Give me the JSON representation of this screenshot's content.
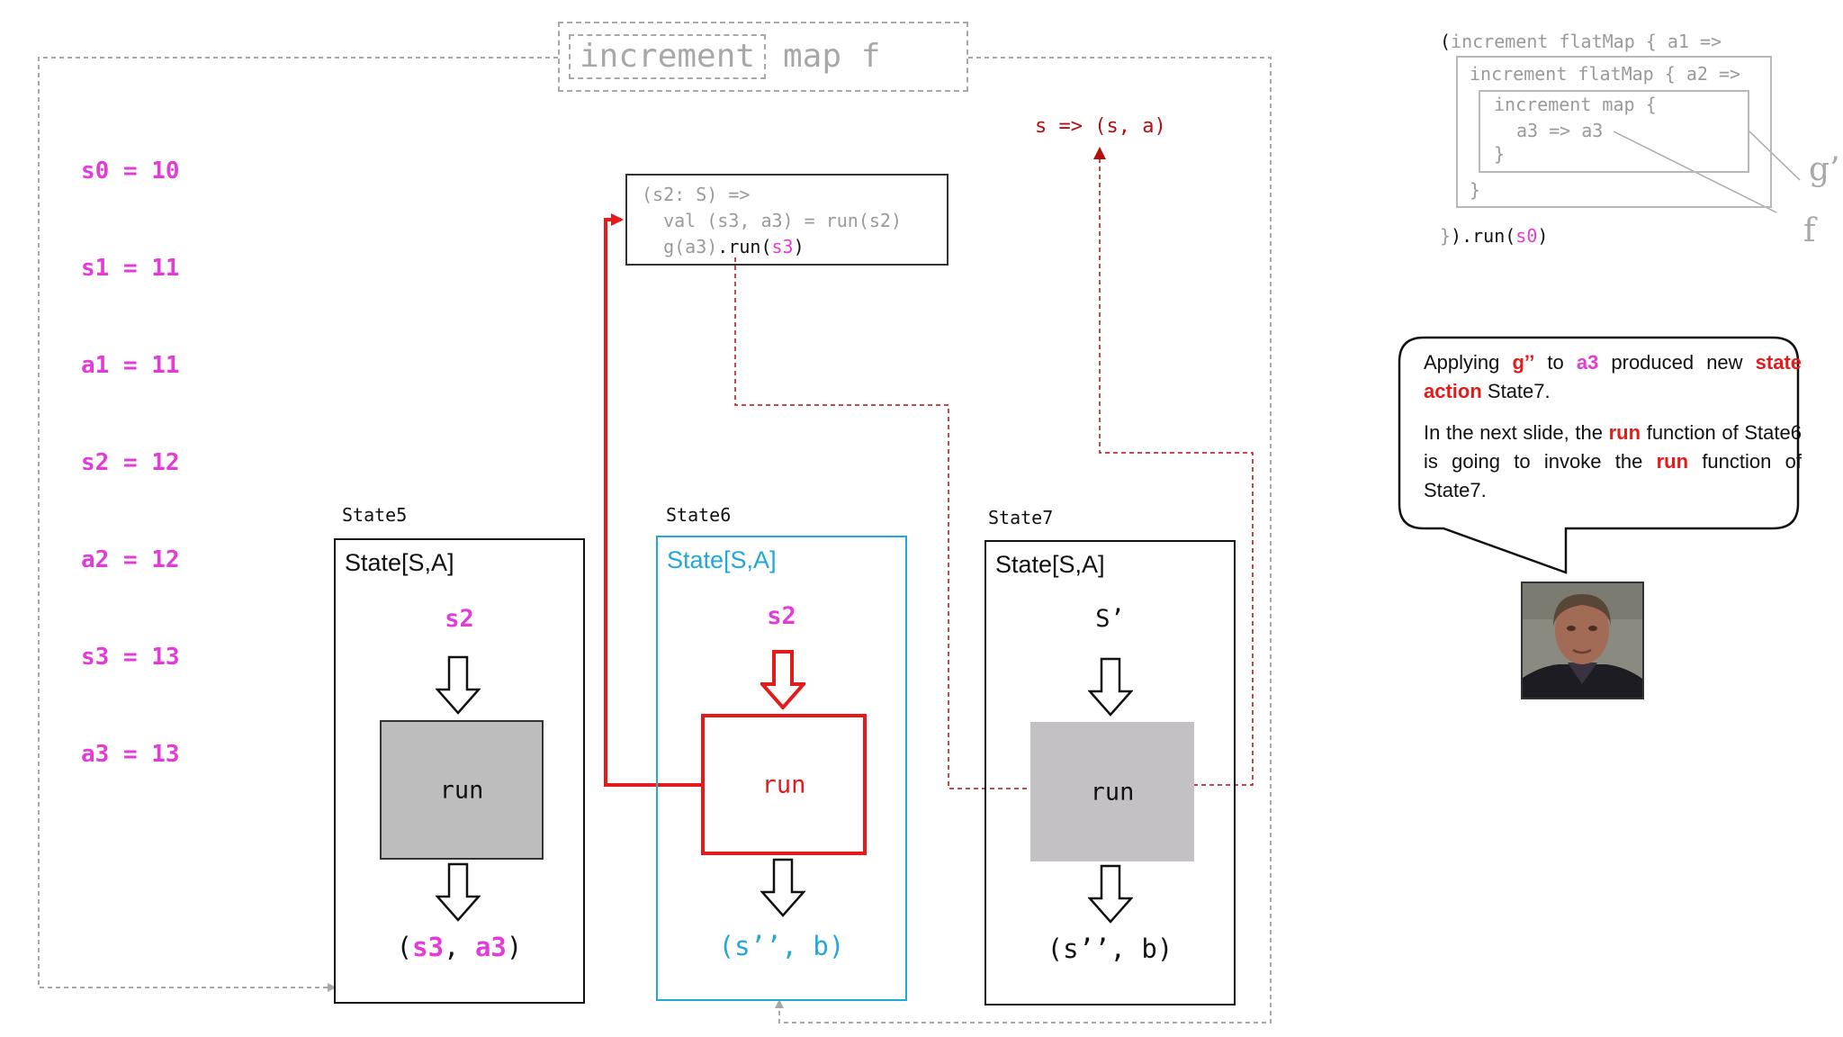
{
  "variables": [
    "s0 = 10",
    "s1 = 11",
    "a1 = 11",
    "s2 = 12",
    "a2 = 12",
    "s3 = 13",
    "a3 = 13"
  ],
  "title": {
    "highlight": "increment",
    "rest": "map f"
  },
  "state_action_label": "s => (s, a)",
  "closure_code": {
    "line1": "(s2: S) =>",
    "line2": "  val (s3, a3) = run(s2)",
    "line3_prefix": "  g(a3)",
    "line3_run": ".run(",
    "line3_arg": "s3",
    "line3_close": ")"
  },
  "states": [
    {
      "label": "State5",
      "title": "State[S,A]",
      "input": "s2",
      "run": "run",
      "output_open": "(",
      "output_a": "s3",
      "output_sep": ", ",
      "output_b": "a3",
      "output_close": ")"
    },
    {
      "label": "State6",
      "title": "State[S,A]",
      "input": "s2",
      "run": "run",
      "output": "(s’’, b)"
    },
    {
      "label": "State7",
      "title": "State[S,A]",
      "input": "S’",
      "run": "run",
      "output": "(s’’, b)"
    }
  ],
  "nested_code": {
    "line1_paren": "(",
    "line1": "increment flatMap { a1 =>",
    "line2": "increment flatMap { a2 =>",
    "line3": "increment map {",
    "line4": "a3 => a3",
    "line5": "}",
    "line6": "}",
    "line7_brace": "}",
    "line7_run": ").run(",
    "line7_arg": "s0",
    "line7_close": ")",
    "label_g": "g’",
    "label_f": "f"
  },
  "bubble": {
    "p1_a": "Applying ",
    "p1_g": "g’’",
    "p1_b": " to ",
    "p1_a3": "a3",
    "p1_c": " produced new ",
    "p1_sa": "state action",
    "p1_d": " State7.",
    "p2_a": "In the next slide, the ",
    "p2_run1": "run",
    "p2_b": " function of State6 is going to invoke the ",
    "p2_run2": "run",
    "p2_c": " function of State7."
  },
  "colors": {
    "pink": "#e23bd6",
    "red": "#e31b1b",
    "dark_red": "#b40f0f",
    "blue": "#22a8d8",
    "grey": "#a8a8a8"
  },
  "icons": [
    "down-arrow-icon",
    "speech-bubble",
    "presenter-avatar"
  ]
}
